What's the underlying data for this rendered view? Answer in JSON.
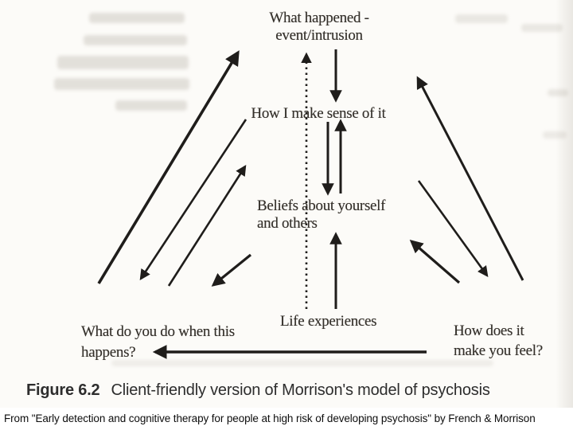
{
  "nodes": {
    "what_happened": {
      "line1": "What happened -",
      "line2": "event/intrusion"
    },
    "make_sense": {
      "label": "How I make sense of it"
    },
    "beliefs": {
      "line1": "Beliefs about yourself",
      "line2": "and others"
    },
    "life_experiences": {
      "label": "Life experiences"
    },
    "what_do": {
      "line1": "What do you do when this",
      "line2": "happens?"
    },
    "feel": {
      "line1": "How does it",
      "line2": "make you feel?"
    }
  },
  "arrows": [
    {
      "name": "event-to-appraisal",
      "from": "what-happened",
      "to": "make-sense",
      "style": "solid"
    },
    {
      "name": "appraisal-to-beliefs",
      "from": "make-sense",
      "to": "beliefs",
      "style": "solid"
    },
    {
      "name": "beliefs-to-appraisal",
      "from": "beliefs",
      "to": "make-sense",
      "style": "solid"
    },
    {
      "name": "life-to-beliefs",
      "from": "life-experiences",
      "to": "beliefs",
      "style": "solid"
    },
    {
      "name": "life-to-event",
      "from": "life-experiences",
      "to": "what-happened",
      "style": "dotted"
    },
    {
      "name": "behaviour-to-event",
      "from": "what-do",
      "to": "what-happened",
      "style": "solid"
    },
    {
      "name": "appraisal-to-behaviour",
      "from": "make-sense",
      "to": "what-do",
      "style": "solid"
    },
    {
      "name": "behaviour-to-appraisal",
      "from": "what-do",
      "to": "make-sense",
      "style": "solid"
    },
    {
      "name": "beliefs-to-behaviour",
      "from": "beliefs",
      "to": "what-do",
      "style": "solid"
    },
    {
      "name": "feel-to-event",
      "from": "feel",
      "to": "what-happened",
      "style": "solid"
    },
    {
      "name": "appraisal-to-feel",
      "from": "make-sense",
      "to": "feel",
      "style": "solid"
    },
    {
      "name": "feel-to-beliefs",
      "from": "feel",
      "to": "beliefs",
      "style": "solid"
    },
    {
      "name": "feel-to-behaviour",
      "from": "feel",
      "to": "what-do",
      "style": "solid"
    }
  ],
  "caption": {
    "fig_label": "Figure 6.2",
    "text": "Client-friendly version of Morrison's model of psychosis"
  },
  "source": {
    "text": "From \"Early detection and cognitive therapy for people at high risk of developing psychosis\" by French & Morrison"
  },
  "colors": {
    "scan_background": "#fcfbf8",
    "ink": "#1f1d1b",
    "text": "#34302b"
  }
}
